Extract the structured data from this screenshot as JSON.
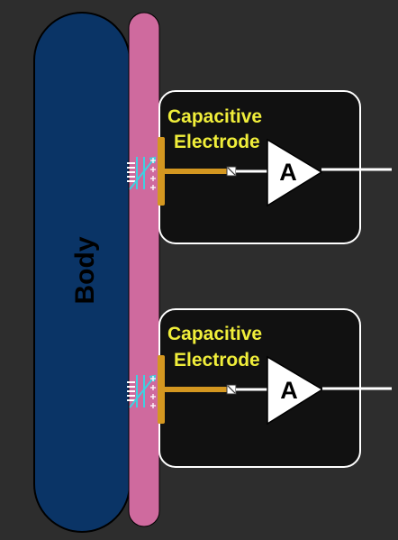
{
  "colors": {
    "background": "#2d2d2d",
    "body_fill": "#0a3466",
    "skin_fill": "#cf6a9e",
    "module_fill": "#111111",
    "module_border": "#ffffff",
    "electrode": "#d49720",
    "label_text": "#f0ee3a",
    "amplifier_fill": "#ffffff",
    "capacitor": "#3fd0e0"
  },
  "body": {
    "label": "Body"
  },
  "modules": [
    {
      "label_line1": "Capacitive",
      "label_line2": "Electrode",
      "amplifier_label": "A"
    },
    {
      "label_line1": "Capacitive",
      "label_line2": "Electrode",
      "amplifier_label": "A"
    }
  ]
}
